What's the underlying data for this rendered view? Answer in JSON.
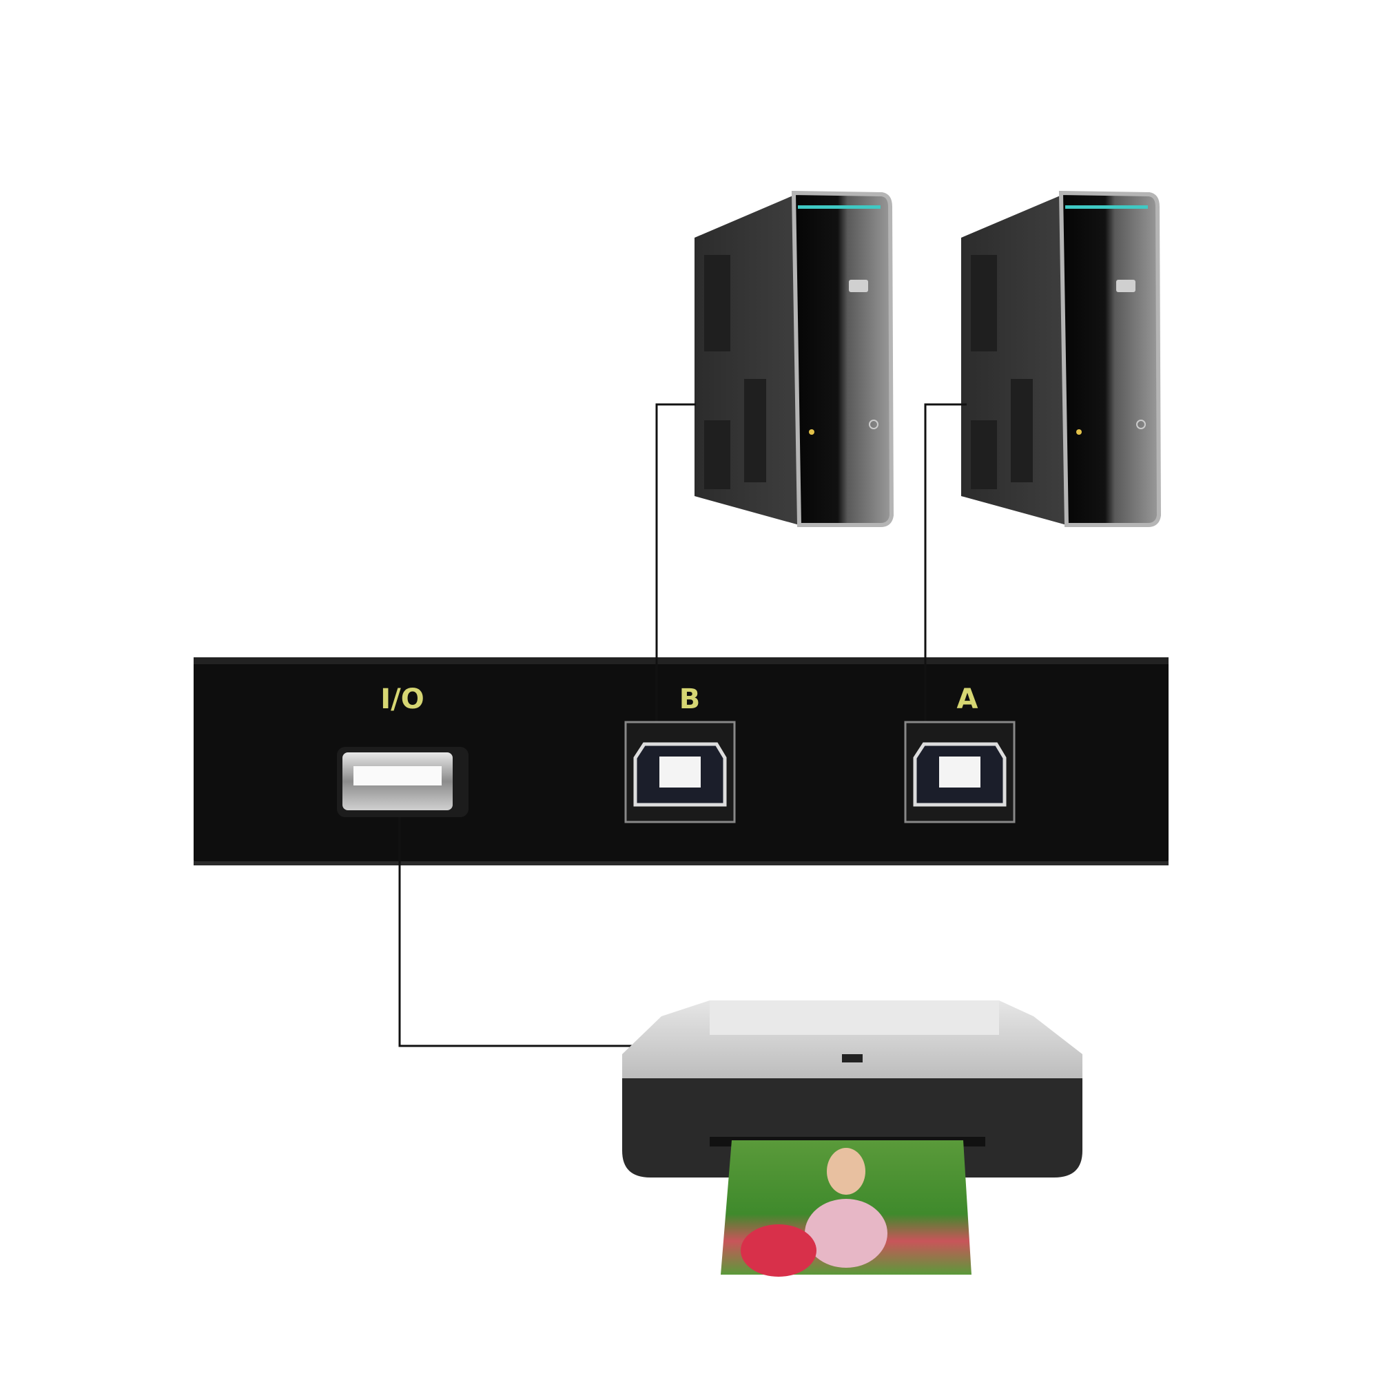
{
  "switch": {
    "ports": [
      {
        "label": "I/O",
        "type": "usb-a"
      },
      {
        "label": "B",
        "type": "usb-b"
      },
      {
        "label": "A",
        "type": "usb-b"
      }
    ],
    "label_color": "#d6d673",
    "body_color": "#0e0e0e"
  },
  "devices": {
    "computers": [
      "computer-b",
      "computer-a"
    ],
    "printer": "printer"
  },
  "colors": {
    "cable": "#111111",
    "accent_strip": "#3fc9c4"
  }
}
